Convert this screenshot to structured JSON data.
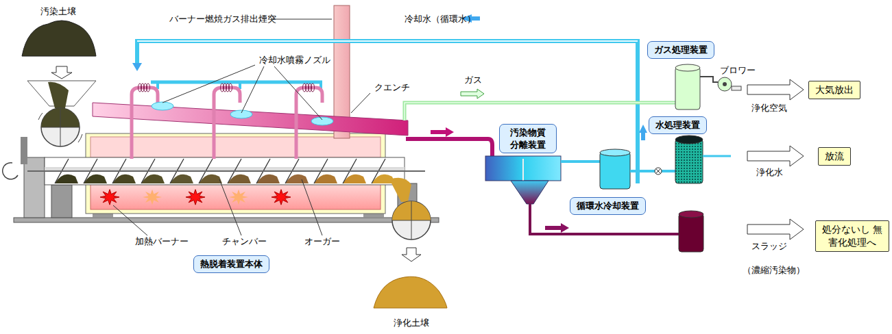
{
  "diagram": {
    "nodes": [
      {
        "text": [
          "ガス処理装置"
        ]
      },
      {
        "text": [
          "大気放出"
        ]
      },
      {
        "text": [
          "水処理装置"
        ]
      },
      {
        "text": [
          "放流"
        ]
      },
      {
        "text": [
          "汚染物質 分離装置"
        ]
      },
      {
        "text": [
          "循環水冷却装置"
        ]
      },
      {
        "text": [
          "処分ないし 無害化処理へ"
        ]
      },
      {
        "text": [
          "熱脱着装置本体"
        ]
      }
    ],
    "labels": [
      "汚染土壌",
      "バーナー燃焼ガス排出煙突",
      "冷却水（循環水）",
      "冷却水噴霧ノズル",
      "クエンチ",
      "ガス",
      "ブロワー",
      "浄化空気",
      "浄化水",
      "スラッジ",
      "（濃縮汚染物）",
      "加熱バーナー",
      "チャンバー",
      "オーガー",
      "浄化土壌"
    ]
  }
}
